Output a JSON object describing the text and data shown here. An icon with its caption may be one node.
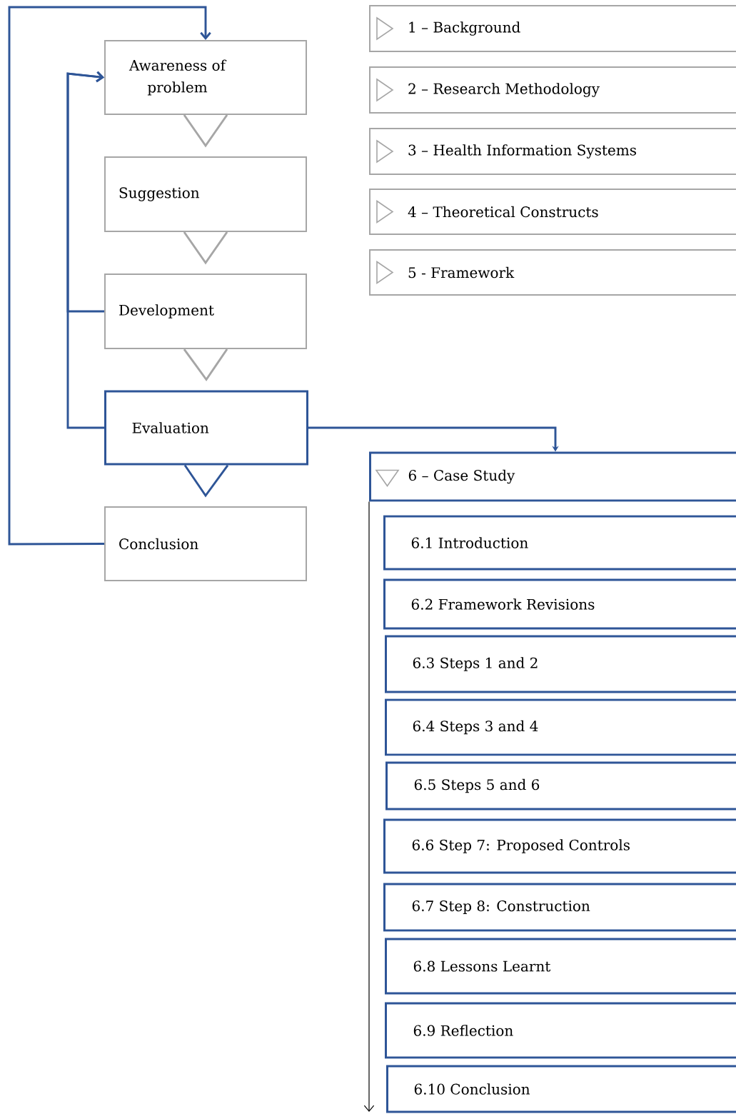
{
  "diagram": {
    "nodes": [
      {
        "text": [
          "Awareness of problem"
        ]
      },
      {
        "text": [
          "Suggestion"
        ]
      },
      {
        "text": [
          "Development"
        ]
      },
      {
        "text": [
          "Evaluation"
        ]
      },
      {
        "text": [
          "Conclusion"
        ]
      },
      {
        "text": [
          "1 – Background"
        ]
      },
      {
        "text": [
          "2 – Research Methodology"
        ]
      },
      {
        "text": [
          "3 – Health Information Systems"
        ]
      },
      {
        "text": [
          "4 – Theoretical Constructs"
        ]
      },
      {
        "text": [
          "5 - Framework"
        ]
      },
      {
        "text": [
          "6 – Case Study"
        ]
      },
      {
        "text": [
          "6.1 Introduction"
        ]
      },
      {
        "text": [
          "6.2 Framework Revisions"
        ]
      },
      {
        "text": [
          "6.3 Steps 1 and 2"
        ]
      },
      {
        "text": [
          "6.4 Steps 3 and 4"
        ]
      },
      {
        "text": [
          "6.5 Steps 5 and 6"
        ]
      },
      {
        "text": [
          "6.6 Step 7: Proposed Controls"
        ]
      },
      {
        "text": [
          "6.7 Step 8: Construction"
        ]
      },
      {
        "text": [
          "6.8 Lessons Learnt"
        ]
      },
      {
        "text": [
          "6.9 Reflection"
        ]
      },
      {
        "text": [
          "6.10 Conclusion"
        ]
      }
    ],
    "edges": [
      {
        "from": 0,
        "to": 1,
        "arrow": "to",
        "color": "#a6a6a6"
      },
      {
        "from": 1,
        "to": 2,
        "arrow": "to",
        "color": "#a6a6a6"
      },
      {
        "from": 2,
        "to": 3,
        "arrow": "to",
        "color": "#a6a6a6"
      },
      {
        "from": 3,
        "to": 4,
        "arrow": "to"
      },
      {
        "from": 4,
        "to": 0,
        "arrow": "to"
      },
      {
        "from": 2,
        "to": 0,
        "arrow": "to"
      },
      {
        "from": 3,
        "to": 0,
        "arrow": "to"
      },
      {
        "from": 3,
        "to": 10,
        "arrow": "to"
      },
      {
        "from": 10,
        "to": null,
        "arrow": "to",
        "color": "#000000"
      }
    ]
  }
}
